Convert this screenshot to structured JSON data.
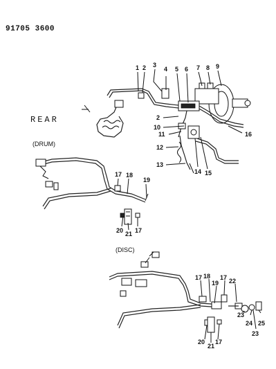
{
  "header": {
    "part_number": "91705 3600"
  },
  "rear_label": "REAR",
  "sections": {
    "drum": "(DRUM)",
    "disc": "(DISC)"
  },
  "callouts": {
    "top": [
      "1",
      "2",
      "3",
      "4",
      "5",
      "6",
      "7",
      "8",
      "9",
      "2",
      "10",
      "11",
      "12",
      "13",
      "14",
      "15",
      "16"
    ],
    "drum": [
      "17",
      "18",
      "19",
      "20",
      "21",
      "17"
    ],
    "disc": [
      "17",
      "18",
      "19",
      "17",
      "22",
      "23",
      "24",
      "25",
      "23",
      "20",
      "21",
      "17"
    ]
  }
}
